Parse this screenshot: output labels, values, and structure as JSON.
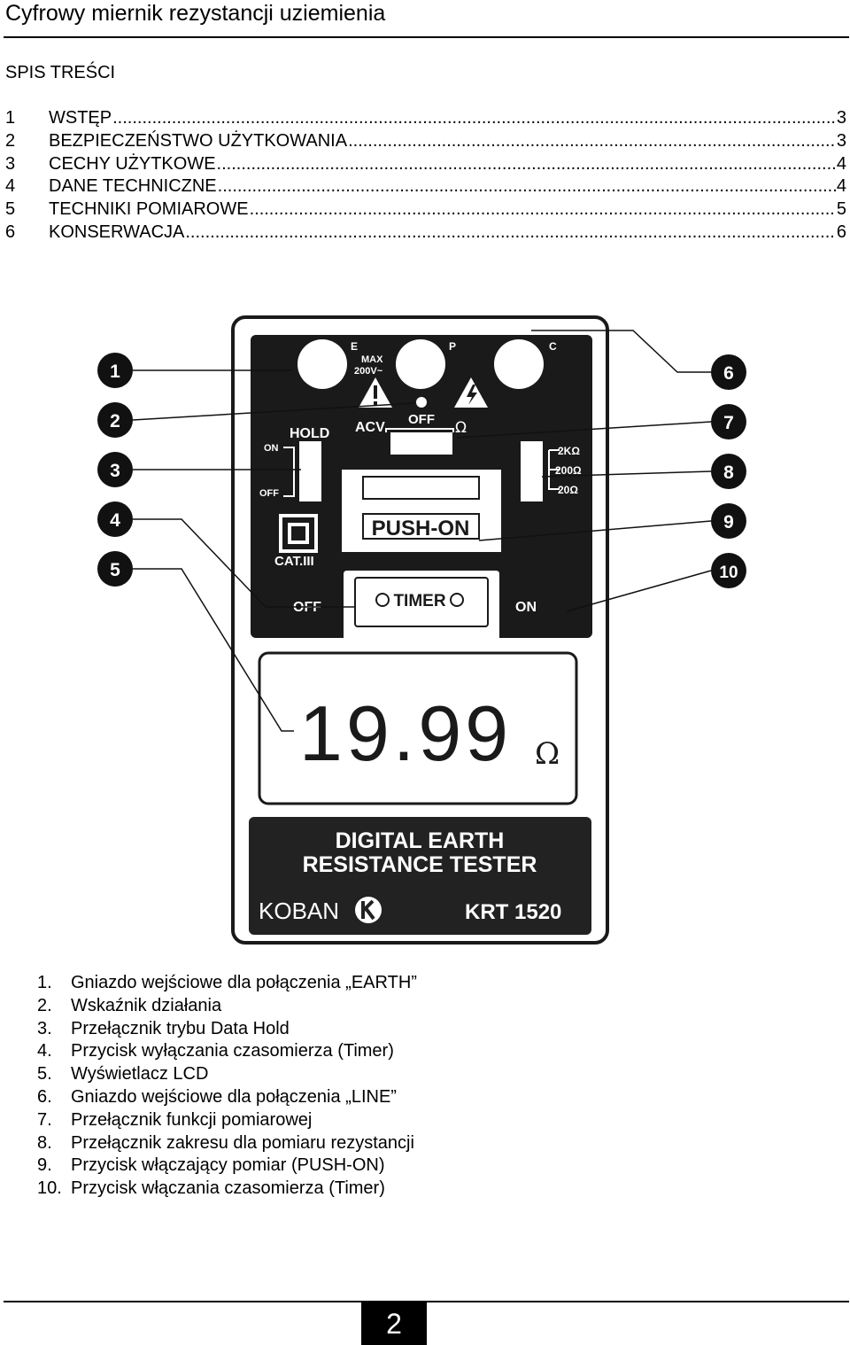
{
  "header": {
    "title": "Cyfrowy miernik rezystancji uziemienia"
  },
  "toc": {
    "heading": "SPIS TREŚCI",
    "items": [
      {
        "num": "1",
        "label": "WSTĘP",
        "page": "3"
      },
      {
        "num": "2",
        "label": "BEZPIECZEŃSTWO UŻYTKOWANIA",
        "page": "3"
      },
      {
        "num": "3",
        "label": "CECHY UŻYTKOWE",
        "page": "4"
      },
      {
        "num": "4",
        "label": "DANE TECHNICZNE",
        "page": "4"
      },
      {
        "num": "5",
        "label": "TECHNIKI POMIAROWE",
        "page": "5"
      },
      {
        "num": "6",
        "label": "KONSERWACJA",
        "page": "6"
      }
    ]
  },
  "device": {
    "callouts": [
      "1",
      "2",
      "3",
      "4",
      "5",
      "6",
      "7",
      "8",
      "9",
      "10"
    ],
    "socket_labels": {
      "e": "E",
      "p": "P",
      "c": "C"
    },
    "max_label_1": "MAX",
    "max_label_2": "200V~",
    "function_off": "OFF",
    "function_acv": "ACV",
    "function_ohm": "Ω",
    "hold_label": "HOLD",
    "hold_on": "ON",
    "hold_off": "OFF",
    "range_2k": "2KΩ",
    "range_200": "200Ω",
    "range_20": "20Ω",
    "push_on": "PUSH-ON",
    "cat": "CAT.III",
    "timer": "TIMER",
    "timer_off": "OFF",
    "timer_on": "ON",
    "lcd_value": "19.99",
    "lcd_unit": "Ω",
    "product_line_1": "DIGITAL  EARTH",
    "product_line_2": "RESISTANCE TESTER",
    "brand": "KOBAN",
    "model": "KRT 1520",
    "colors": {
      "panel": "#1a1a1a",
      "casing": "#ffffff",
      "badge": "#222222"
    }
  },
  "legend": {
    "items": [
      {
        "num": "1.",
        "text": "Gniazdo wejściowe dla połączenia „EARTH”"
      },
      {
        "num": "2.",
        "text": "Wskaźnik działania"
      },
      {
        "num": "3.",
        "text": "Przełącznik trybu Data Hold"
      },
      {
        "num": "4.",
        "text": "Przycisk wyłączania czasomierza (Timer)"
      },
      {
        "num": "5.",
        "text": "Wyświetlacz LCD"
      },
      {
        "num": "6.",
        "text": "Gniazdo wejściowe dla połączenia „LINE”"
      },
      {
        "num": "7.",
        "text": "Przełącznik funkcji pomiarowej"
      },
      {
        "num": "8.",
        "text": "Przełącznik zakresu dla pomiaru rezystancji"
      },
      {
        "num": "9.",
        "text": "Przycisk włączający pomiar (PUSH-ON)"
      },
      {
        "num": "10.",
        "text": "Przycisk włączania czasomierza (Timer)"
      }
    ]
  },
  "footer": {
    "page_number": "2"
  }
}
